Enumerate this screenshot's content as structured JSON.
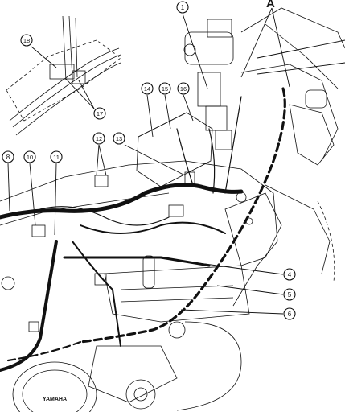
{
  "figure_label": "A",
  "logo_text": "YAMAHA",
  "callouts": [
    {
      "id": "1",
      "label": "1"
    },
    {
      "id": "4",
      "label": "4"
    },
    {
      "id": "5",
      "label": "5"
    },
    {
      "id": "6",
      "label": "6"
    },
    {
      "id": "8",
      "label": "8"
    },
    {
      "id": "10",
      "label": "10"
    },
    {
      "id": "11",
      "label": "11"
    },
    {
      "id": "12",
      "label": "12"
    },
    {
      "id": "13",
      "label": "13"
    },
    {
      "id": "14",
      "label": "14"
    },
    {
      "id": "15",
      "label": "15"
    },
    {
      "id": "16",
      "label": "16"
    },
    {
      "id": "17",
      "label": "17"
    },
    {
      "id": "18",
      "label": "18"
    }
  ]
}
